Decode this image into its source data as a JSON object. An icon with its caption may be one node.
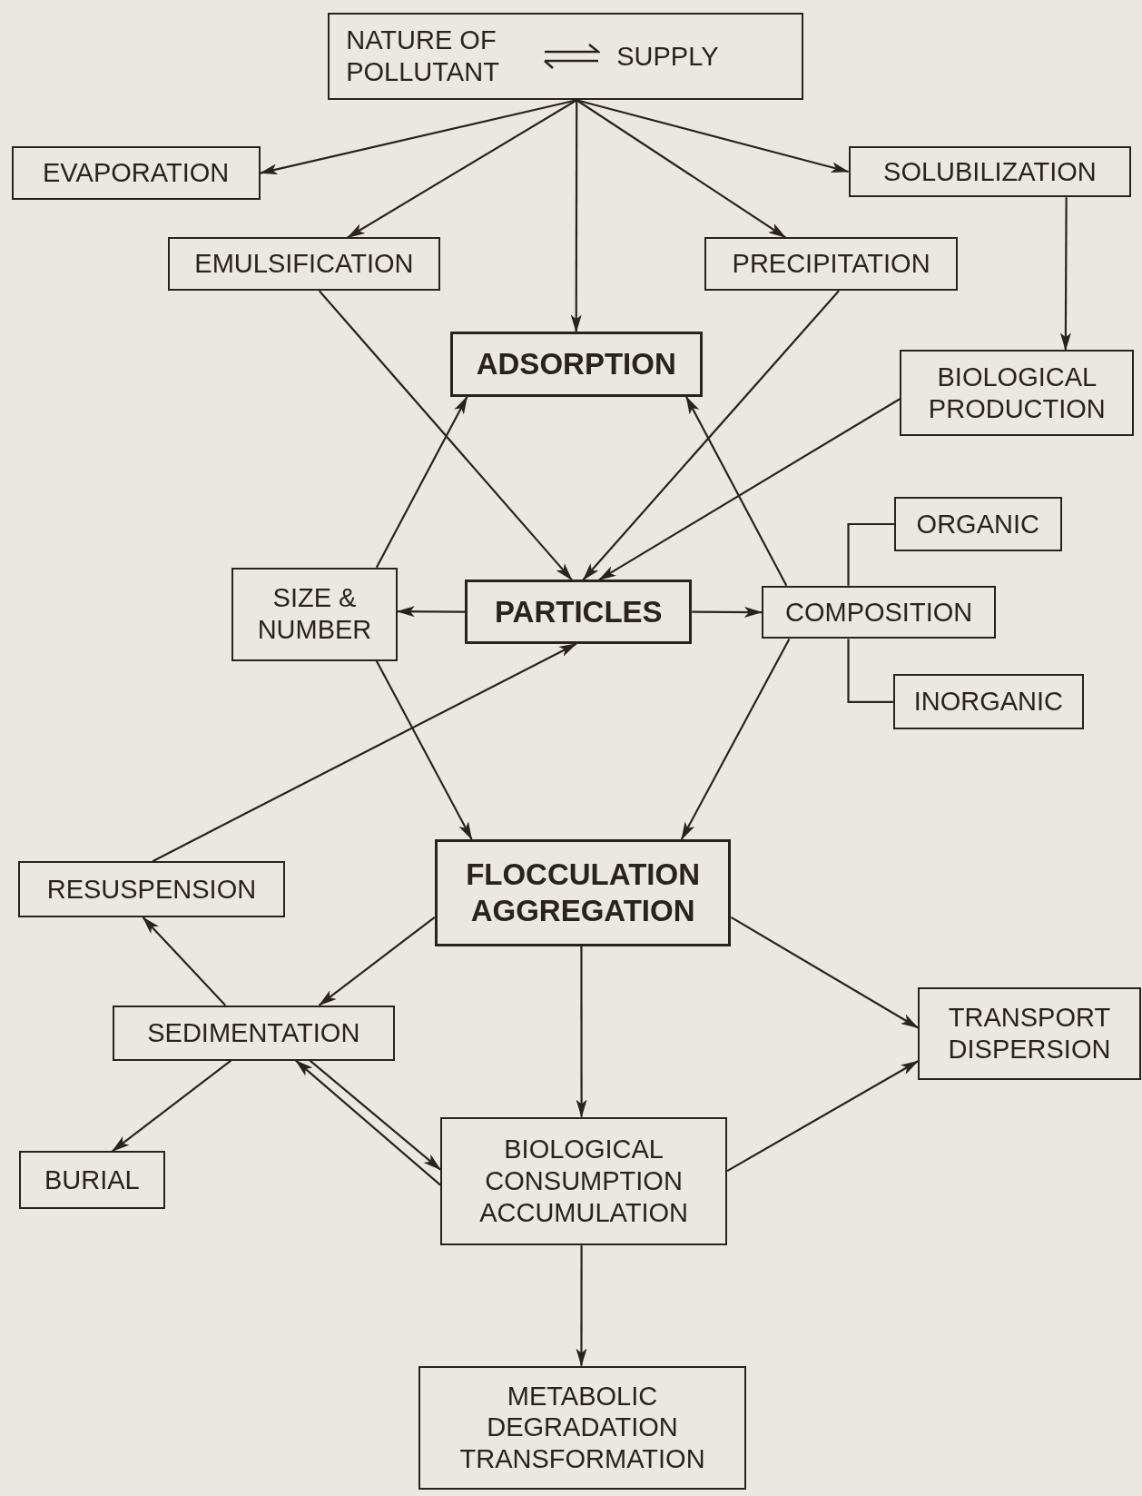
{
  "diagram": {
    "nodes": [
      {
        "text": [
          "NATURE OF POLLUTANT",
          "SUPPLY"
        ]
      },
      {
        "text": [
          "EVAPORATION"
        ]
      },
      {
        "text": [
          "SOLUBILIZATION"
        ]
      },
      {
        "text": [
          "EMULSIFICATION"
        ]
      },
      {
        "text": [
          "PRECIPITATION"
        ]
      },
      {
        "text": [
          "ADSORPTION"
        ]
      },
      {
        "text": [
          "BIOLOGICAL PRODUCTION"
        ]
      },
      {
        "text": [
          "ORGANIC"
        ]
      },
      {
        "text": [
          "SIZE & NUMBER"
        ]
      },
      {
        "text": [
          "PARTICLES"
        ]
      },
      {
        "text": [
          "COMPOSITION"
        ]
      },
      {
        "text": [
          "INORGANIC"
        ]
      },
      {
        "text": [
          "RESUSPENSION"
        ]
      },
      {
        "text": [
          "FLOCCULATION AGGREGATION"
        ]
      },
      {
        "text": [
          "SEDIMENTATION"
        ]
      },
      {
        "text": [
          "TRANSPORT DISPERSION"
        ]
      },
      {
        "text": [
          "BURIAL"
        ]
      },
      {
        "text": [
          "BIOLOGICAL CONSUMPTION ACCUMULATION"
        ]
      },
      {
        "text": [
          "METABOLIC DEGRADATION TRANSFORMATION"
        ]
      }
    ],
    "edges": [
      {
        "from": 0,
        "to": 1,
        "arrow": "to"
      },
      {
        "from": 0,
        "to": 3,
        "arrow": "to"
      },
      {
        "from": 0,
        "to": 5,
        "arrow": "to"
      },
      {
        "from": 0,
        "to": 4,
        "arrow": "to"
      },
      {
        "from": 0,
        "to": 2,
        "arrow": "to"
      },
      {
        "from": 2,
        "to": 6,
        "arrow": "to"
      },
      {
        "from": 3,
        "to": 9,
        "arrow": "to"
      },
      {
        "from": 4,
        "to": 9,
        "arrow": "to"
      },
      {
        "from": 6,
        "to": 9,
        "arrow": "to"
      },
      {
        "from": 8,
        "to": 5,
        "arrow": "to"
      },
      {
        "from": 10,
        "to": 5,
        "arrow": "to"
      },
      {
        "from": 9,
        "to": 8,
        "arrow": "to"
      },
      {
        "from": 9,
        "to": 10,
        "arrow": "to"
      },
      {
        "from": 10,
        "to": 7,
        "arrow": "none"
      },
      {
        "from": 10,
        "to": 11,
        "arrow": "none"
      },
      {
        "from": 8,
        "to": 13,
        "arrow": "to"
      },
      {
        "from": 10,
        "to": 13,
        "arrow": "to"
      },
      {
        "from": 12,
        "to": 9,
        "arrow": "to"
      },
      {
        "from": 13,
        "to": 14,
        "arrow": "to"
      },
      {
        "from": 14,
        "to": 12,
        "arrow": "to"
      },
      {
        "from": 13,
        "to": 17,
        "arrow": "to"
      },
      {
        "from": 13,
        "to": 15,
        "arrow": "to"
      },
      {
        "from": 14,
        "to": 16,
        "arrow": "to"
      },
      {
        "from": 14,
        "to": 17,
        "arrow": "to"
      },
      {
        "from": 17,
        "to": 14,
        "arrow": "to"
      },
      {
        "from": 17,
        "to": 15,
        "arrow": "to"
      },
      {
        "from": 17,
        "to": 18,
        "arrow": "to"
      }
    ]
  }
}
